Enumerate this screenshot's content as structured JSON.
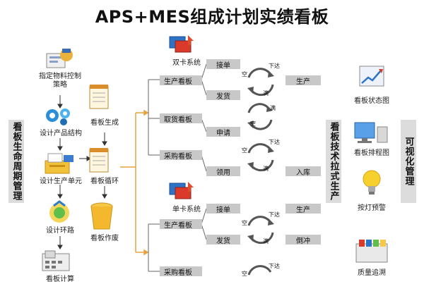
{
  "title": "APS+MES组成计划实绩看板",
  "left_sidebar": "看板生命周期管理",
  "mid_sidebar": "看板技术拉式生产",
  "right_sidebar": "可视化管理",
  "left_steps": [
    "指定物料控制策略",
    "设计产品结构",
    "设计生产单元",
    "设计环路",
    "看板计算"
  ],
  "mid_steps": [
    "看板生成",
    "看板循环",
    "看板作废"
  ],
  "systems": {
    "dual": "双卡系统",
    "single": "单卡系统"
  },
  "boards": {
    "production1": "生产看板",
    "pickup": "取货看板",
    "purchase1": "采购看板",
    "production2": "生产看板",
    "purchase2": "采购看板"
  },
  "actions": {
    "receive1": "接单",
    "ship1": "发货",
    "apply": "申请",
    "use": "领用",
    "receive2": "接单",
    "ship2": "发货",
    "produce1": "生产",
    "stock_in": "入库",
    "produce2": "生产",
    "flush": "倒冲"
  },
  "cycle_labels": {
    "issue": "下达",
    "empty": "空",
    "full": "满"
  },
  "right_items": [
    "看板状态图",
    "看板排程图",
    "按灯预警",
    "质量追溯"
  ]
}
